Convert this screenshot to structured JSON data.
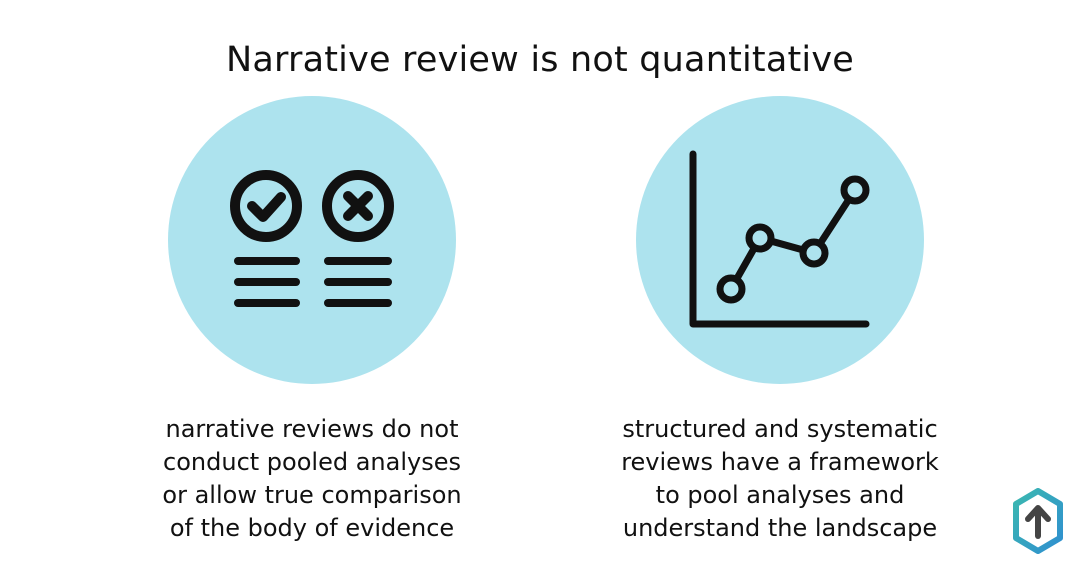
{
  "title": "Narrative review is not quantitative",
  "colors": {
    "circle": "#ade3ee",
    "icon": "#111111",
    "logo_teal": "#3bb8b0",
    "logo_blue": "#2f8fd0",
    "logo_arrow": "#444444"
  },
  "panels": [
    {
      "icon": "check-cross-list-icon",
      "caption_lines": [
        "narrative reviews do not",
        "conduct pooled analyses",
        "or allow true comparison",
        "of the body of evidence"
      ]
    },
    {
      "icon": "line-chart-icon",
      "caption_lines": [
        "structured and systematic",
        "reviews have a framework",
        "to pool analyses and",
        "understand the landscape"
      ]
    }
  ],
  "logo": {
    "icon": "upload-arrow-hexagon-icon"
  }
}
